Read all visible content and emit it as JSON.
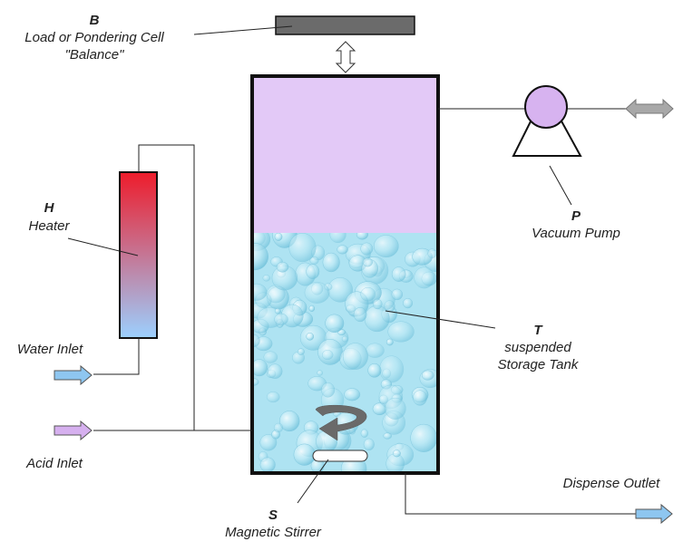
{
  "labels": {
    "balance": {
      "letter": "B",
      "line1": "Load or Pondering Cell",
      "line2": "\"Balance\""
    },
    "heater": {
      "letter": "H",
      "name": "Heater"
    },
    "pump": {
      "letter": "P",
      "name": "Vacuum Pump"
    },
    "tank": {
      "letter": "T",
      "line1": "suspended",
      "line2": "Storage Tank"
    },
    "stirrer": {
      "letter": "S",
      "name": "Magnetic Stirrer"
    },
    "water_inlet": "Water Inlet",
    "acid_inlet": "Acid Inlet",
    "dispense_outlet": "Dispense Outlet"
  },
  "colors": {
    "tank_gas": "#e3c9f7",
    "tank_liquid": "#aee3f2",
    "balance_bar": "#6b6b6b",
    "pump_body": "#d7b3f0",
    "heater_top": "#ee1c2b",
    "heater_bottom": "#9cd0ff",
    "water_arrow": "#8ec6f0",
    "acid_arrow": "#d6b0ef",
    "outlet_arrow": "#8ec6f0",
    "vacuum_arrow": "#a8a8a8",
    "stir_arrow": "#6a6a6a"
  }
}
